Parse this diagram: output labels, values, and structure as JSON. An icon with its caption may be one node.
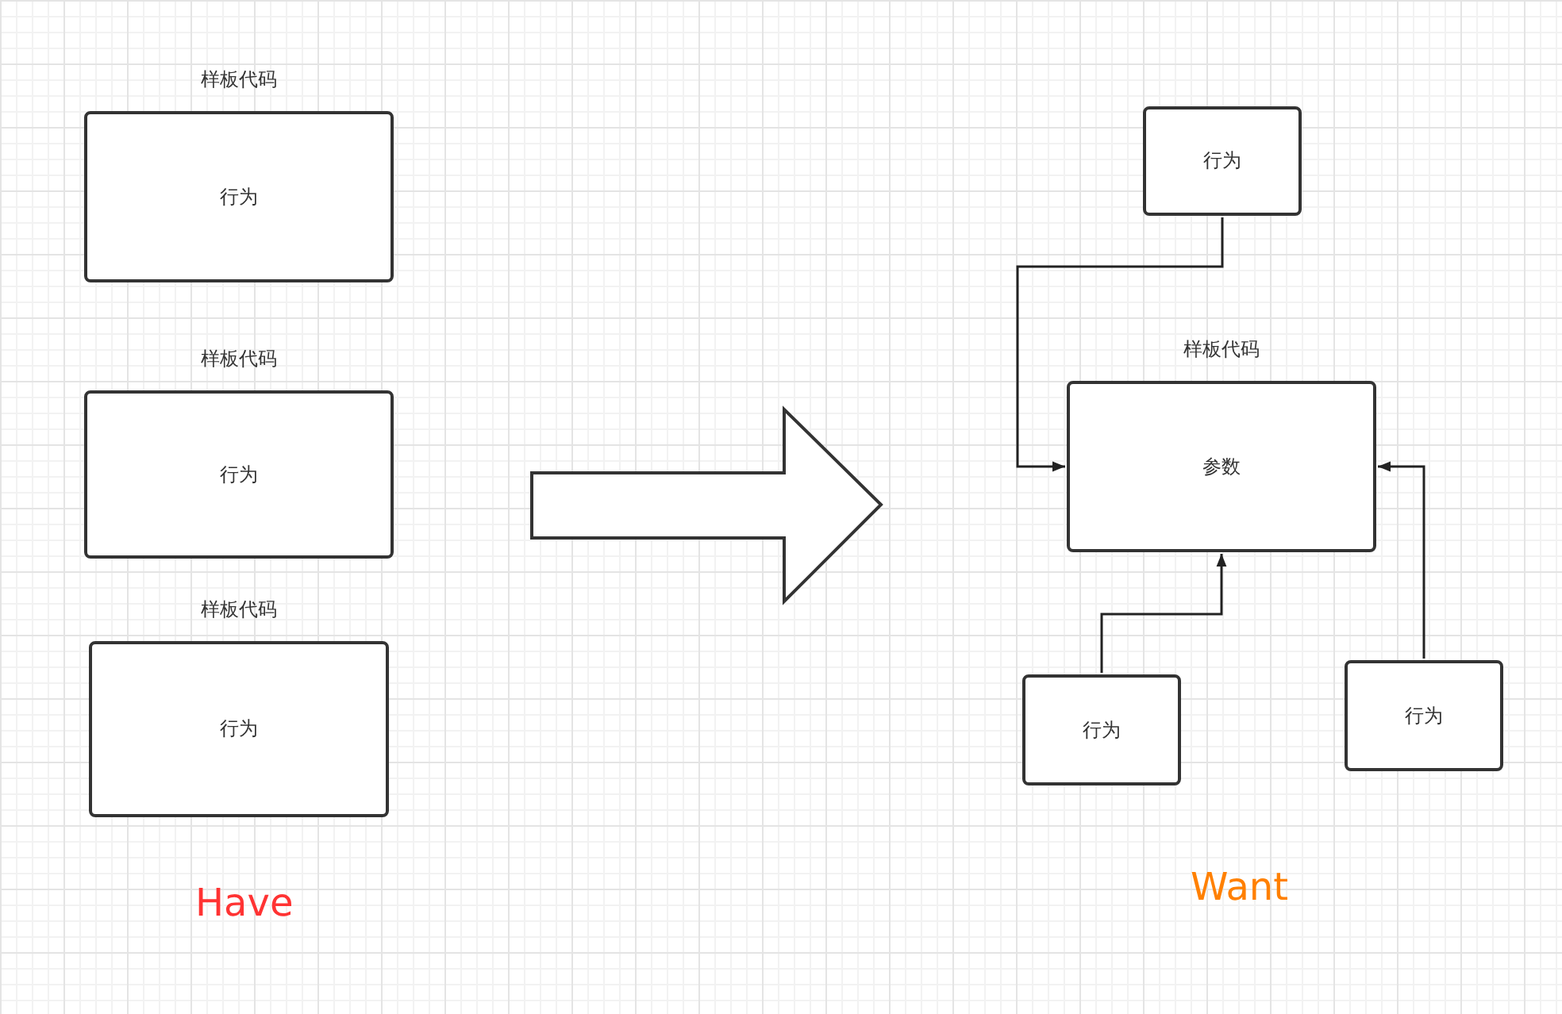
{
  "diagram": {
    "nodes": [
      {
        "text": [
          "样板代码",
          "行为"
        ]
      },
      {
        "text": [
          "样板代码",
          "行为"
        ]
      },
      {
        "text": [
          "样板代码",
          "行为"
        ]
      },
      {
        "text": [
          "行为"
        ]
      },
      {
        "text": [
          "样板代码",
          "参数"
        ]
      },
      {
        "text": [
          "行为"
        ]
      },
      {
        "text": [
          "行为"
        ]
      }
    ],
    "edges": [
      {
        "from": 3,
        "to": 4,
        "arrow": "to"
      },
      {
        "from": 5,
        "to": 4,
        "arrow": "to"
      },
      {
        "from": 6,
        "to": 4,
        "arrow": "to"
      }
    ],
    "labels": [
      "Have",
      "Want"
    ]
  }
}
